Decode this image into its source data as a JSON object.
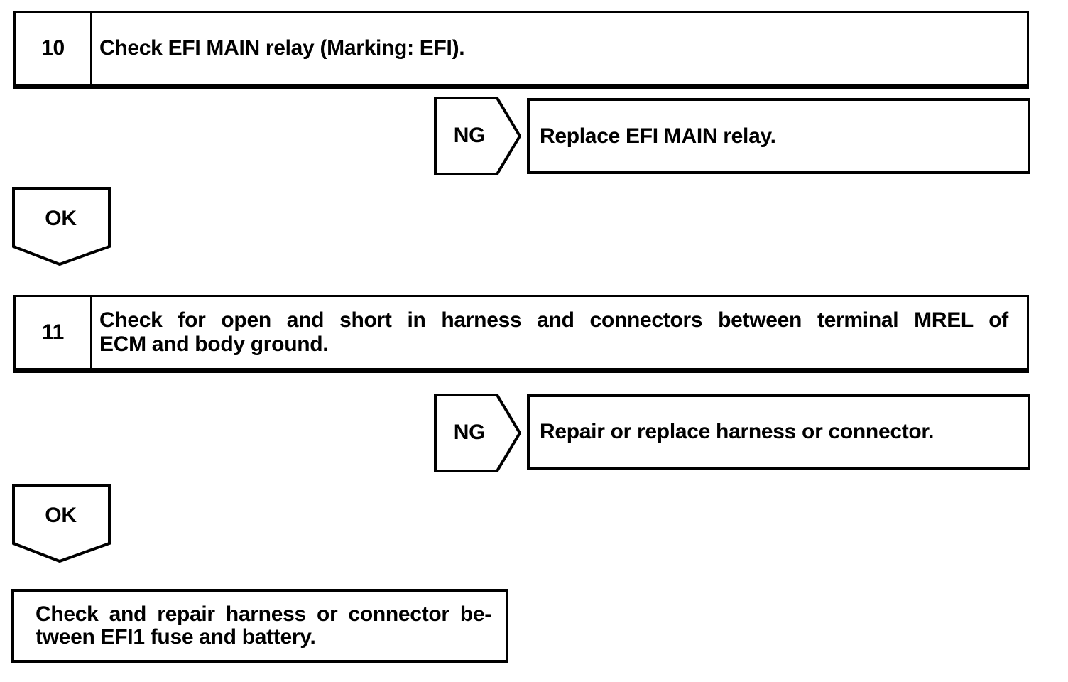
{
  "palette": {
    "ink": "#000000",
    "paper": "#ffffff"
  },
  "flowchart": {
    "steps": [
      {
        "number": "10",
        "instruction_lines": [
          "Check EFI MAIN relay (Marking: EFI)."
        ],
        "ng_label": "NG",
        "ng_action": "Replace EFI MAIN relay.",
        "ok_label": "OK"
      },
      {
        "number": "11",
        "instruction_lines": [
          "Check for open and short in harness and connectors between terminal MREL of",
          "ECM and body ground."
        ],
        "ng_label": "NG",
        "ng_action": "Repair or replace harness or connector.",
        "ok_label": "OK"
      }
    ],
    "final_action": {
      "lines": [
        "Check and repair harness or connector be-",
        "tween EFI1 fuse and battery."
      ]
    }
  }
}
